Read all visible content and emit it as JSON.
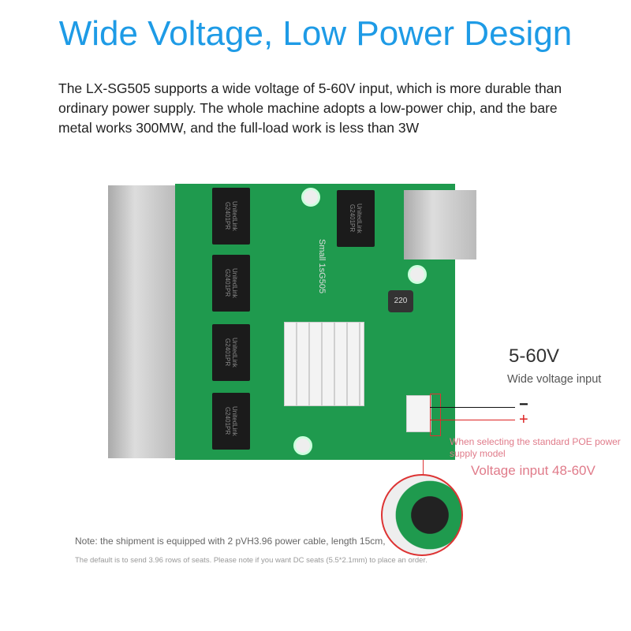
{
  "title": "Wide Voltage, Low Power Design",
  "description": "The LX-SG505 supports a wide voltage of 5-60V input, which is more durable than ordinary power supply. The whole machine adopts a low-power chip, and the bare metal works 300MW, and the full-load work is less than 3W",
  "board": {
    "chip_label": "UnitedLink G2401PR",
    "model_label": "Small 1sG505",
    "inductor_label": "220"
  },
  "voltage": {
    "range": "5-60V",
    "caption": "Wide voltage input",
    "minus": "−",
    "plus": "+",
    "poe_note": "When selecting the standard POE power supply model",
    "poe_voltage": "Voltage input 48-60V"
  },
  "notes": {
    "line1": "Note: the shipment is equipped with 2 pVH3.96 power cable, length 15cm,",
    "line2": "The default is to send 3.96 rows of seats. Please note if you want DC seats (5.5*2.1mm) to place an order."
  },
  "colors": {
    "title": "#1e9be6",
    "pcb": "#1f9a4e",
    "pink": "#e07b8a"
  }
}
